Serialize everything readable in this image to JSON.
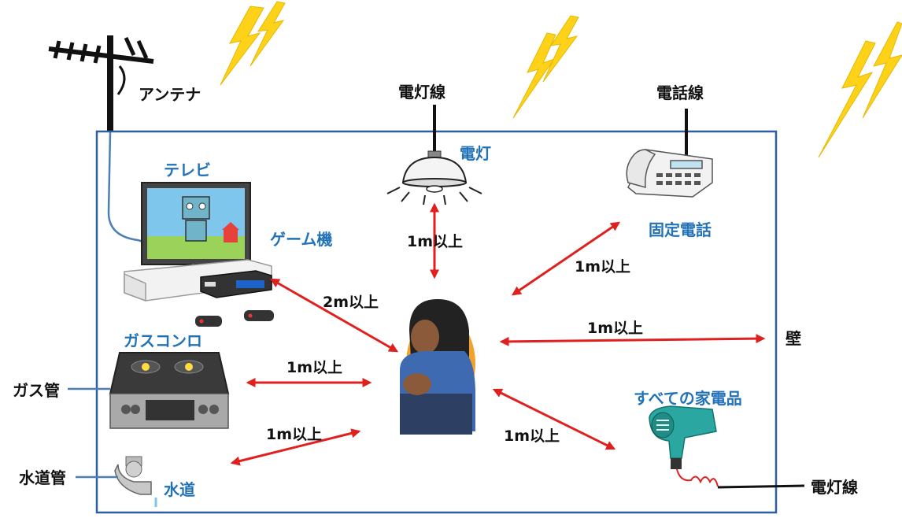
{
  "colors": {
    "room_border": "#2e5f9e",
    "arrow": "#e0201e",
    "device_label": "#2272b8",
    "cable": "#111111",
    "lightning": "#ffd21a"
  },
  "labels": {
    "antenna": "アンテナ",
    "lamp_wire": "電灯線",
    "phone_wire": "電話線",
    "lamp": "電灯",
    "tv": "テレビ",
    "game": "ゲーム機",
    "landline": "固定電話",
    "gas_stove": "ガスコンロ",
    "gas_pipe": "ガス管",
    "water_pipe": "水道管",
    "water": "水道",
    "wall": "壁",
    "appliances": "すべての家電品",
    "appliance_wire": "電灯線"
  },
  "distances": {
    "lamp": "1m以上",
    "phone": "1m以上",
    "game": "2m以上",
    "wall": "1m以上",
    "stove": "1m以上",
    "water": "1m以上",
    "appliance": "1m以上"
  },
  "icons": {
    "lightning": "lightning-bolt-icon",
    "antenna": "tv-antenna-icon",
    "lamp": "ceiling-lamp-icon",
    "tv": "television-icon",
    "game": "game-console-icon",
    "phone": "telephone-icon",
    "stove": "gas-stove-icon",
    "faucet": "water-faucet-icon",
    "person": "crouching-person-icon",
    "dryer": "hair-dryer-icon"
  }
}
